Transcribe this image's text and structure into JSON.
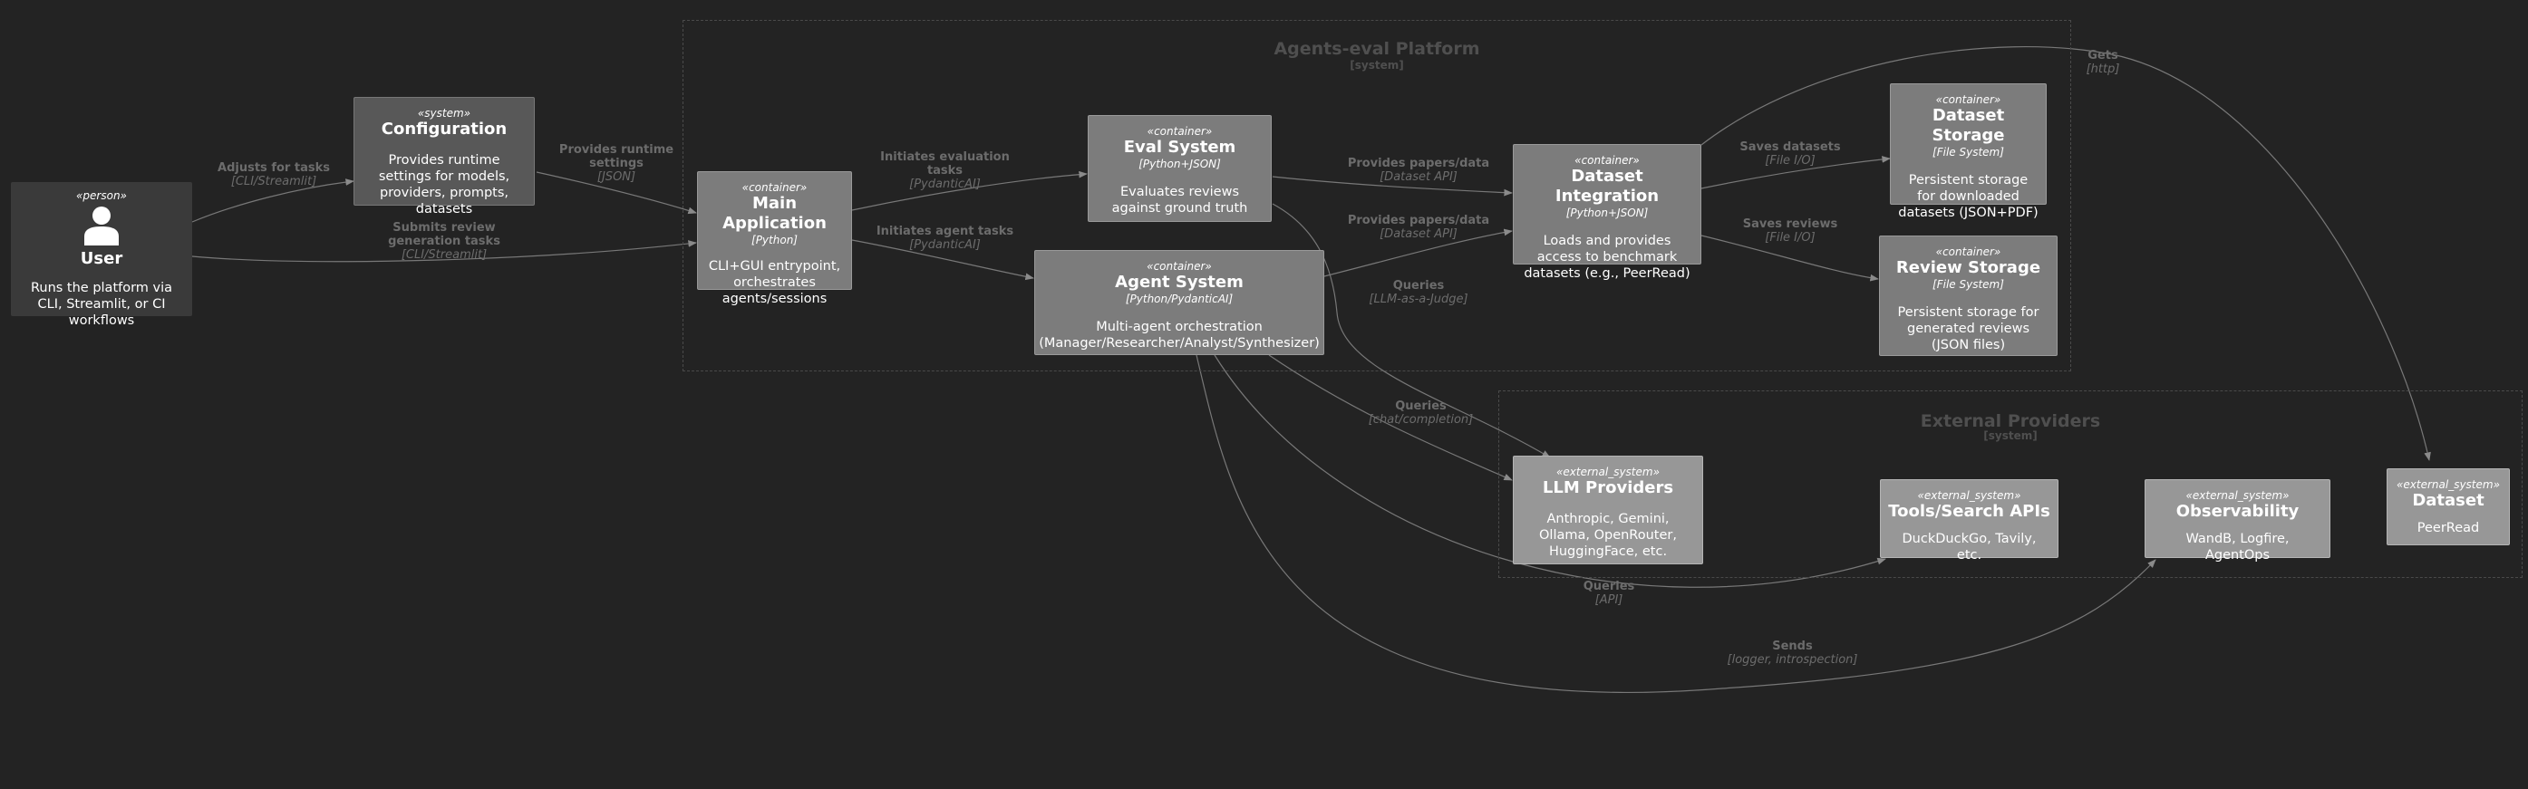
{
  "boundaries": {
    "platform": {
      "title": "Agents-eval Platform",
      "subtitle": "[system]"
    },
    "providers": {
      "title": "External Providers",
      "subtitle": "[system]"
    }
  },
  "nodes": {
    "user": {
      "stereo": "«person»",
      "name": "User",
      "desc": "Runs the platform via CLI, Streamlit, or CI workflows",
      "icon": "person-icon"
    },
    "config": {
      "stereo": "«system»",
      "name": "Configuration",
      "desc": "Provides runtime settings for models, providers, prompts, datasets"
    },
    "main_app": {
      "stereo": "«container»",
      "name": "Main Application",
      "tech": "[Python]",
      "desc": "CLI+GUI entrypoint, orchestrates agents/sessions"
    },
    "eval": {
      "stereo": "«container»",
      "name": "Eval System",
      "tech": "[Python+JSON]",
      "desc": "Evaluates reviews against ground truth"
    },
    "agent": {
      "stereo": "«container»",
      "name": "Agent System",
      "tech": "[Python/PydanticAI]",
      "desc": "Multi-agent orchestration (Manager/Researcher/Analyst/Synthesizer)"
    },
    "dataset_int": {
      "stereo": "«container»",
      "name": "Dataset Integration",
      "tech": "[Python+JSON]",
      "desc": "Loads and provides access to benchmark datasets (e.g., PeerRead)"
    },
    "dataset_storage": {
      "stereo": "«container»",
      "name": "Dataset Storage",
      "tech": "[File System]",
      "desc": "Persistent storage for downloaded datasets (JSON+PDF)"
    },
    "review_storage": {
      "stereo": "«container»",
      "name": "Review Storage",
      "tech": "[File System]",
      "desc": "Persistent storage for generated reviews (JSON files)"
    },
    "llm": {
      "stereo": "«external_system»",
      "name": "LLM Providers",
      "desc": "Anthropic, Gemini, Ollama, OpenRouter, HuggingFace, etc."
    },
    "tools": {
      "stereo": "«external_system»",
      "name": "Tools/Search APIs",
      "desc": "DuckDuckGo, Tavily, etc."
    },
    "observability": {
      "stereo": "«external_system»",
      "name": "Observability",
      "desc": "WandB, Logfire, AgentOps"
    },
    "dataset_ext": {
      "stereo": "«external_system»",
      "name": "Dataset",
      "desc": "PeerRead"
    }
  },
  "edges": [
    {
      "id": "user-config",
      "label": "Adjusts for tasks",
      "tech": "[CLI/Streamlit]"
    },
    {
      "id": "user-main",
      "label": "Submits review generation tasks",
      "tech": "[CLI/Streamlit]"
    },
    {
      "id": "config-main",
      "label": "Provides runtime settings",
      "tech": "[JSON]"
    },
    {
      "id": "main-eval",
      "label": "Initiates evaluation tasks",
      "tech": "[PydanticAI]"
    },
    {
      "id": "main-agent",
      "label": "Initiates agent tasks",
      "tech": "[PydanticAI]"
    },
    {
      "id": "eval-dsint",
      "label": "Provides papers/data",
      "tech": "[Dataset API]"
    },
    {
      "id": "agent-dsint",
      "label": "Provides papers/data",
      "tech": "[Dataset API]"
    },
    {
      "id": "eval-llm",
      "label": "Queries",
      "tech": "[LLM-as-a-Judge]"
    },
    {
      "id": "dsint-dsstore",
      "label": "Saves datasets",
      "tech": "[File I/O]"
    },
    {
      "id": "dsint-revstore",
      "label": "Saves reviews",
      "tech": "[File I/O]"
    },
    {
      "id": "dsint-dsext",
      "label": "Gets",
      "tech": "[http]"
    },
    {
      "id": "agent-llm",
      "label": "Queries",
      "tech": "[chat/completion]"
    },
    {
      "id": "agent-tools",
      "label": "Queries",
      "tech": "[API]"
    },
    {
      "id": "agent-obs",
      "label": "Sends",
      "tech": "[logger, introspection]"
    }
  ],
  "colors": {
    "background": "#232323",
    "person": "#3a3a3a",
    "system": "#585858",
    "container": "#7c7c7c",
    "external_system": "#979797",
    "edge": "#6c6c6c",
    "boundary": "#4a4a4a"
  }
}
